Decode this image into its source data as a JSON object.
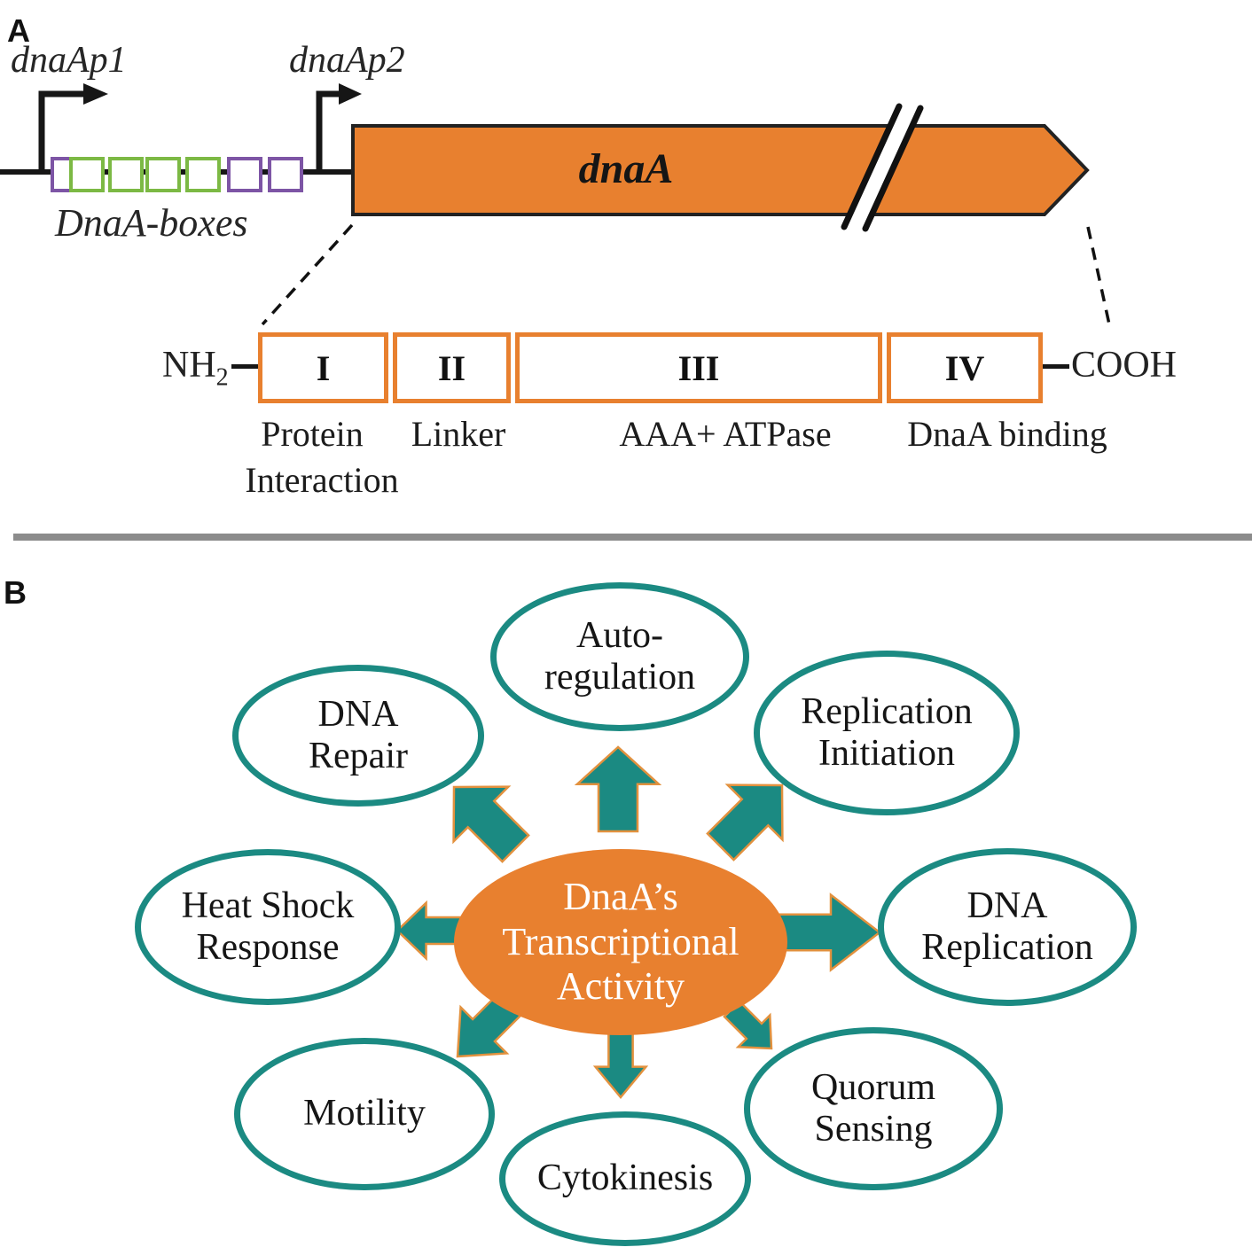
{
  "colors": {
    "orange": "#E8802F",
    "teal": "#1B8A82",
    "arrow_outline_orange": "#E2913E",
    "dnaa_box_green": "#7CB944",
    "dnaa_box_purple": "#7D55A5",
    "divider_gray": "#8C8C8C",
    "text_black": "#151515",
    "center_text_white": "#FFFFFF"
  },
  "panel_a": {
    "label": "A",
    "promoters": [
      {
        "name": "dnaAp1"
      },
      {
        "name": "dnaAp2"
      }
    ],
    "dnaa_boxes_label": "DnaA-boxes",
    "dnaa_boxes": [
      "purple",
      "green",
      "green",
      "green",
      "green",
      "purple",
      "purple"
    ],
    "gene_label": "dnaA",
    "nh2_main": "NH",
    "nh2_sub": "2",
    "cooh_label": "COOH",
    "domains": [
      {
        "numeral": "I",
        "label_lines": [
          "Protein",
          "Interaction"
        ]
      },
      {
        "numeral": "II",
        "label_lines": [
          "Linker"
        ]
      },
      {
        "numeral": "III",
        "label_lines": [
          "AAA+ ATPase"
        ]
      },
      {
        "numeral": "IV",
        "label_lines": [
          "DnaA binding"
        ]
      }
    ]
  },
  "panel_b": {
    "label": "B",
    "center": {
      "lines": [
        "DnaA’s",
        "Transcriptional",
        "Activity"
      ]
    },
    "arrow_directions": [
      "up",
      "up-right",
      "up-left",
      "left",
      "right",
      "down-left",
      "down",
      "down-right"
    ],
    "nodes": [
      {
        "id": "auto-regulation",
        "lines": [
          "Auto-",
          "regulation"
        ]
      },
      {
        "id": "replication-initiation",
        "lines": [
          "Replication",
          "Initiation"
        ]
      },
      {
        "id": "dna-repair",
        "lines": [
          "DNA",
          "Repair"
        ]
      },
      {
        "id": "heat-shock-response",
        "lines": [
          "Heat Shock",
          "Response"
        ]
      },
      {
        "id": "dna-replication",
        "lines": [
          "DNA",
          "Replication"
        ]
      },
      {
        "id": "motility",
        "lines": [
          "Motility"
        ]
      },
      {
        "id": "quorum-sensing",
        "lines": [
          "Quorum",
          "Sensing"
        ]
      },
      {
        "id": "cytokinesis",
        "lines": [
          "Cytokinesis"
        ]
      }
    ]
  }
}
